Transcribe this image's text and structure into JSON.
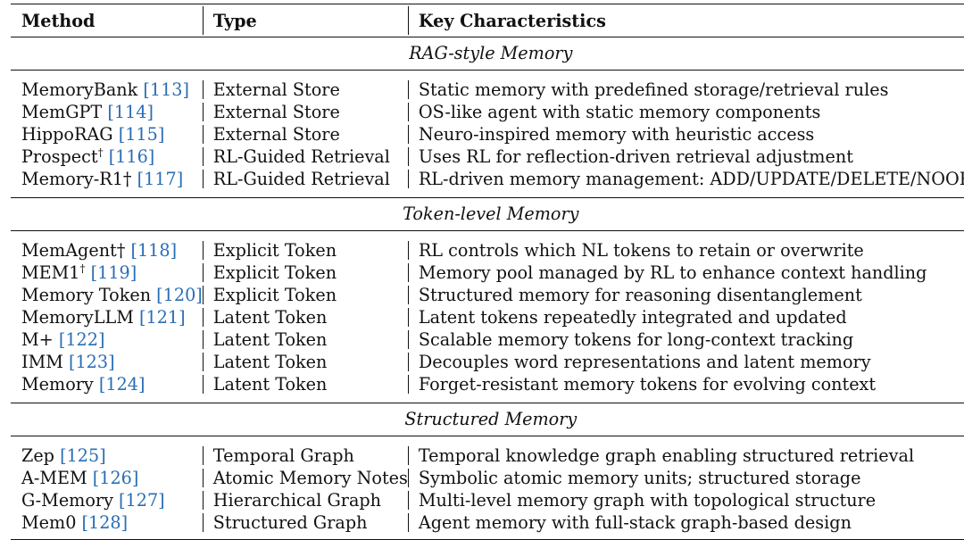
{
  "header": {
    "method": "Method",
    "type": "Type",
    "key": "Key Characteristics"
  },
  "sections": [
    {
      "title": "RAG-style Memory",
      "rows": [
        {
          "method": "MemoryBank",
          "mark": "",
          "ref": "[113]",
          "type": "External Store",
          "key": "Static memory with predefined storage/retrieval rules"
        },
        {
          "method": "MemGPT",
          "mark": "",
          "ref": "[114]",
          "type": "External Store",
          "key": "OS-like agent with static memory components"
        },
        {
          "method": "HippoRAG",
          "mark": "",
          "ref": "[115]",
          "type": "External Store",
          "key": "Neuro-inspired memory with heuristic access"
        },
        {
          "method": "Prospect",
          "mark": "†",
          "ref": "[116]",
          "type": "RL-Guided Retrieval",
          "key": "Uses RL for reflection-driven retrieval adjustment"
        },
        {
          "method": "Memory-R1†",
          "mark": "",
          "ref": "[117]",
          "type": "RL-Guided Retrieval",
          "key": "RL-driven memory management: ADD/UPDATE/DELETE/NOOP"
        }
      ]
    },
    {
      "title": "Token-level Memory",
      "rows": [
        {
          "method": "MemAgent†",
          "mark": "",
          "ref": "[118]",
          "type": "Explicit Token",
          "key": "RL controls which NL tokens to retain or overwrite"
        },
        {
          "method": "MEM1",
          "mark": "†",
          "ref": "[119]",
          "type": "Explicit Token",
          "key": "Memory pool managed by RL to enhance context handling"
        },
        {
          "method": "Memory Token",
          "mark": "",
          "ref": "[120]",
          "type": "Explicit Token",
          "key": "Structured memory for reasoning disentanglement"
        },
        {
          "method": "MemoryLLM",
          "mark": "",
          "ref": "[121]",
          "type": "Latent Token",
          "key": "Latent tokens repeatedly integrated and updated"
        },
        {
          "method": "M+",
          "mark": "",
          "ref": "[122]",
          "type": "Latent Token",
          "key": "Scalable memory tokens for long-context tracking"
        },
        {
          "method": "IMM",
          "mark": "",
          "ref": "[123]",
          "type": "Latent Token",
          "key": "Decouples word representations and latent memory"
        },
        {
          "method": "Memory",
          "mark": "",
          "ref": "[124]",
          "type": "Latent Token",
          "key": "Forget-resistant memory tokens for evolving context"
        }
      ]
    },
    {
      "title": "Structured Memory",
      "rows": [
        {
          "method": "Zep",
          "mark": "",
          "ref": "[125]",
          "type": "Temporal Graph",
          "key": "Temporal knowledge graph enabling structured retrieval"
        },
        {
          "method": "A-MEM",
          "mark": "",
          "ref": "[126]",
          "type": "Atomic Memory Notes",
          "key": "Symbolic atomic memory units; structured storage"
        },
        {
          "method": "G-Memory",
          "mark": "",
          "ref": "[127]",
          "type": "Hierarchical Graph",
          "key": "Multi-level memory graph with topological structure"
        },
        {
          "method": "Mem0",
          "mark": "",
          "ref": "[128]",
          "type": "Structured Graph",
          "key": "Agent memory with full-stack graph-based design"
        }
      ]
    }
  ]
}
